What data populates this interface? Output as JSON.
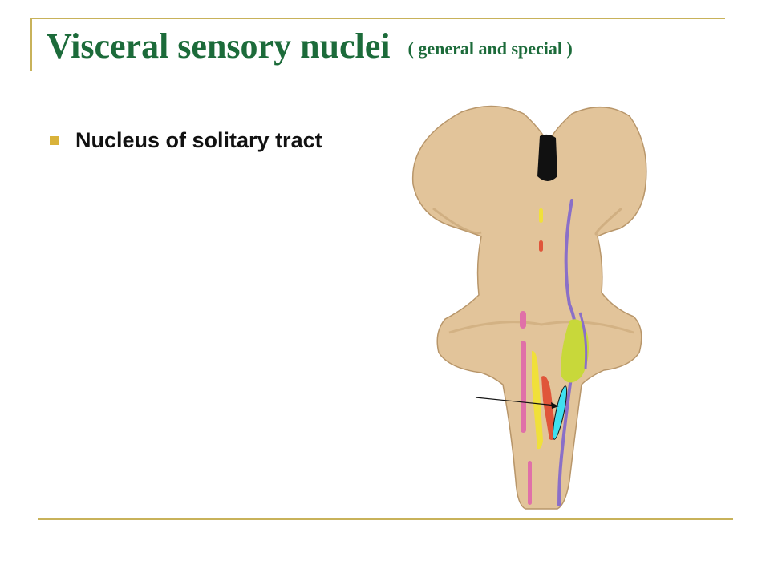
{
  "slide": {
    "title": "Visceral sensory nuclei",
    "subtitle": "( general and special )",
    "bullets": [
      {
        "text": "Nucleus of solitary tract"
      }
    ]
  },
  "figure": {
    "subject": "brainstem-posterior-view",
    "colors": {
      "tissue": "#e2c49a",
      "tissue_shadow": "#b8966a",
      "highlight": "#3fe0f0",
      "purple_tract": "#8a6fc8",
      "green_nucleus": "#c8d83a",
      "red_nucleus": "#e0553a",
      "yellow_nucleus": "#f0e03a",
      "pink_nucleus": "#e070a8"
    }
  },
  "theme": {
    "title_color": "#1c6b3a",
    "frame_color": "#c8b25a",
    "bullet_color": "#d9b23a"
  }
}
